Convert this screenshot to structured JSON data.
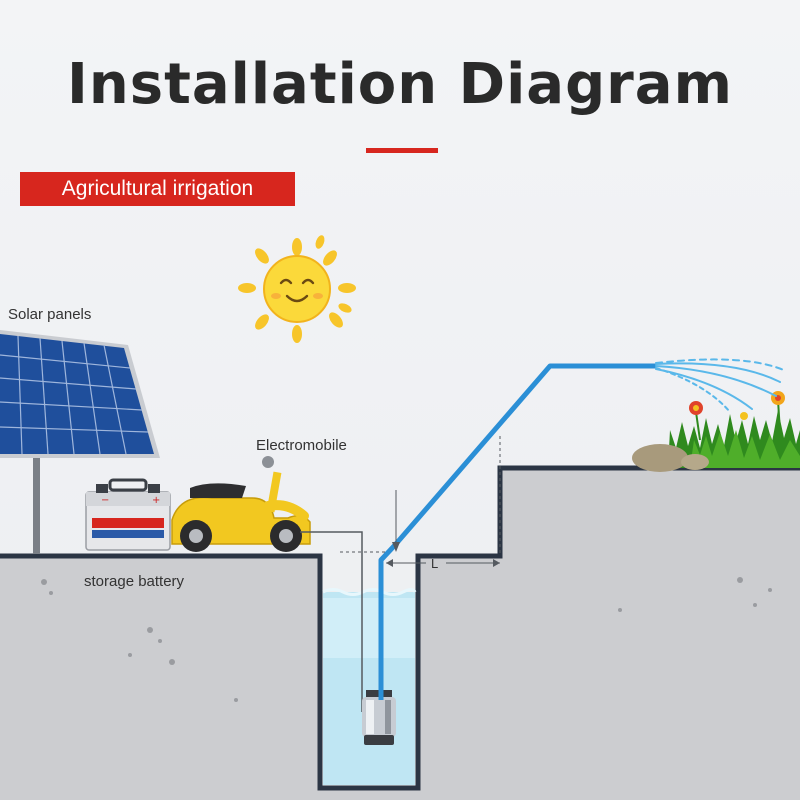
{
  "title": "Installation Diagram",
  "tag": "Agricultural irrigation",
  "labels": {
    "solar_panels": "Solar panels",
    "electromobile": "Electromobile",
    "storage_battery": "storage battery",
    "distance": "L"
  },
  "icons": [
    "sun-icon",
    "solar-panel-icon",
    "storage-battery-icon",
    "scooter-icon",
    "submersible-pump-icon",
    "flower-icon"
  ],
  "colors": {
    "accent": "#d7261e",
    "pipe": "#2b8fd6",
    "water": "#bfe6f3",
    "ground": "#cbcccf",
    "sun": "#f7c52a"
  }
}
